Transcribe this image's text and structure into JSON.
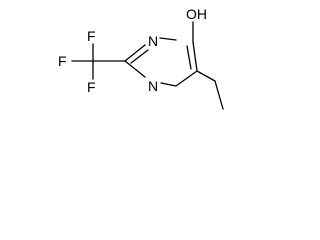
{
  "structure": {
    "atoms": {
      "o": "OH",
      "n_top": "N",
      "n_bottom": "N",
      "f_top": "F",
      "f_left": "F",
      "f_bottom": "F"
    }
  },
  "colors": {
    "background": "#ffffff",
    "ink": "#000000"
  }
}
